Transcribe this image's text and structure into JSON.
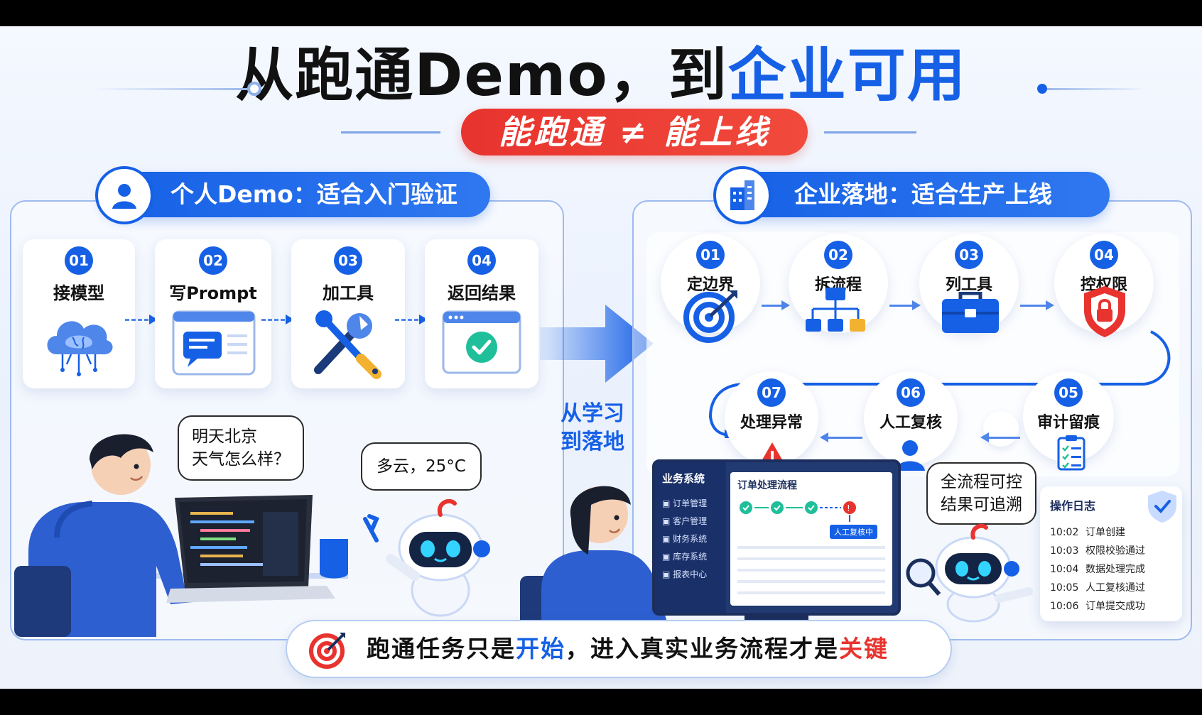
{
  "title": {
    "part1": "从跑通Demo，到",
    "part2": "企业可用"
  },
  "subtitle": "能跑通 ≠ 能上线",
  "personal": {
    "header": "个人Demo：适合入门验证",
    "steps": [
      {
        "num": "01",
        "label": "接模型",
        "icon": "cloud-brain-icon"
      },
      {
        "num": "02",
        "label": "写Prompt",
        "icon": "chat-window-icon"
      },
      {
        "num": "03",
        "label": "加工具",
        "icon": "wrench-screwdriver-icon"
      },
      {
        "num": "04",
        "label": "返回结果",
        "icon": "check-window-icon"
      }
    ],
    "user_bubble": [
      "明天北京",
      "天气怎么样？"
    ],
    "bot_bubble": "多云，25°C"
  },
  "transition": {
    "line1": "从学习",
    "line2": "到落地"
  },
  "enterprise": {
    "header": "企业落地：适合生产上线",
    "steps": [
      {
        "num": "01",
        "label": "定边界",
        "icon": "target-icon"
      },
      {
        "num": "02",
        "label": "拆流程",
        "icon": "flowchart-icon"
      },
      {
        "num": "03",
        "label": "列工具",
        "icon": "toolbox-icon"
      },
      {
        "num": "04",
        "label": "控权限",
        "icon": "shield-lock-icon"
      },
      {
        "num": "05",
        "label": "审计留痕",
        "icon": "clipboard-icon"
      },
      {
        "num": "06",
        "label": "人工复核",
        "icon": "person-icon"
      },
      {
        "num": "07",
        "label": "处理异常",
        "icon": "warning-icon"
      }
    ],
    "monitor": {
      "sidebar_title": "业务系统",
      "sidebar_items": [
        "订单管理",
        "客户管理",
        "财务系统",
        "库存系统",
        "报表中心"
      ],
      "main_title": "订单处理流程",
      "review_tag": "人工复核中"
    },
    "bot_bubble": [
      "全流程可控",
      "结果可追溯"
    ],
    "log": {
      "title": "操作日志",
      "rows": [
        {
          "time": "10:02",
          "text": "订单创建"
        },
        {
          "time": "10:03",
          "text": "权限校验通过"
        },
        {
          "time": "10:04",
          "text": "数据处理完成"
        },
        {
          "time": "10:05",
          "text": "人工复核通过"
        },
        {
          "time": "10:06",
          "text": "订单提交成功"
        }
      ]
    }
  },
  "bottom": {
    "p1": "跑通任务只是",
    "p2": "开始",
    "p3": "，进入真实业务流程才是",
    "p4": "关键"
  },
  "colors": {
    "primary": "#1660e6",
    "accent_red": "#e8332e"
  }
}
